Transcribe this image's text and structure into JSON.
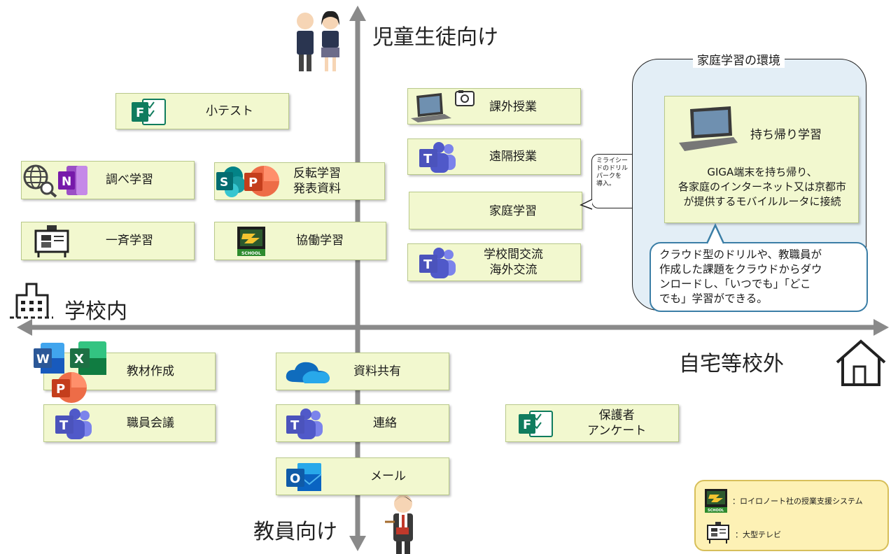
{
  "axes": {
    "top": "児童生徒向け",
    "bottom": "教員向け",
    "left": "学校内",
    "right": "自宅等校外"
  },
  "cards": {
    "mini_test": "小テスト",
    "research": "調べ学習",
    "flipped_1": "反転学習",
    "flipped_2": "発表資料",
    "simultaneous": "一斉学習",
    "collaborative": "協働学習",
    "extracurricular": "課外授業",
    "remote": "遠隔授業",
    "home_learning": "家庭学習",
    "exchange_1": "学校間交流",
    "exchange_2": "海外交流",
    "materials": "教材作成",
    "staff_meeting": "職員会議",
    "sharing": "資料共有",
    "contact": "連絡",
    "mail": "メール",
    "guardian_1": "保護者",
    "guardian_2": "アンケート"
  },
  "home_env": {
    "title": "家庭学習の環境",
    "take_home": "持ち帰り学習",
    "desc_1": "GIGA端末を持ち帰り、",
    "desc_2": "各家庭のインターネット又は京都市",
    "desc_3": "が提供するモバイルルータに接続",
    "cloud_1": "クラウド型のドリルや、教職員が",
    "cloud_2": "作成した課題をクラウドからダウ",
    "cloud_3": "ンロードし、「いつでも」「どこ",
    "cloud_4": "でも」学習ができる。"
  },
  "bubble": {
    "line1": "ミライシー",
    "line2": "ドのドリル",
    "line3": "パークを",
    "line4": "導入。"
  },
  "legend": {
    "school_app": "：ロイロノート社の授業支援システム",
    "big_tv": "：大型テレビ"
  },
  "colors": {
    "card_bg": "#f2f8cf",
    "teams": "#5b5fc7",
    "forms": "#107c5e",
    "powerpoint": "#c43e1c",
    "word": "#2b5797",
    "excel": "#1d7044",
    "onenote": "#7719aa",
    "onedrive": "#0f6cbd",
    "outlook": "#0a64c2"
  }
}
